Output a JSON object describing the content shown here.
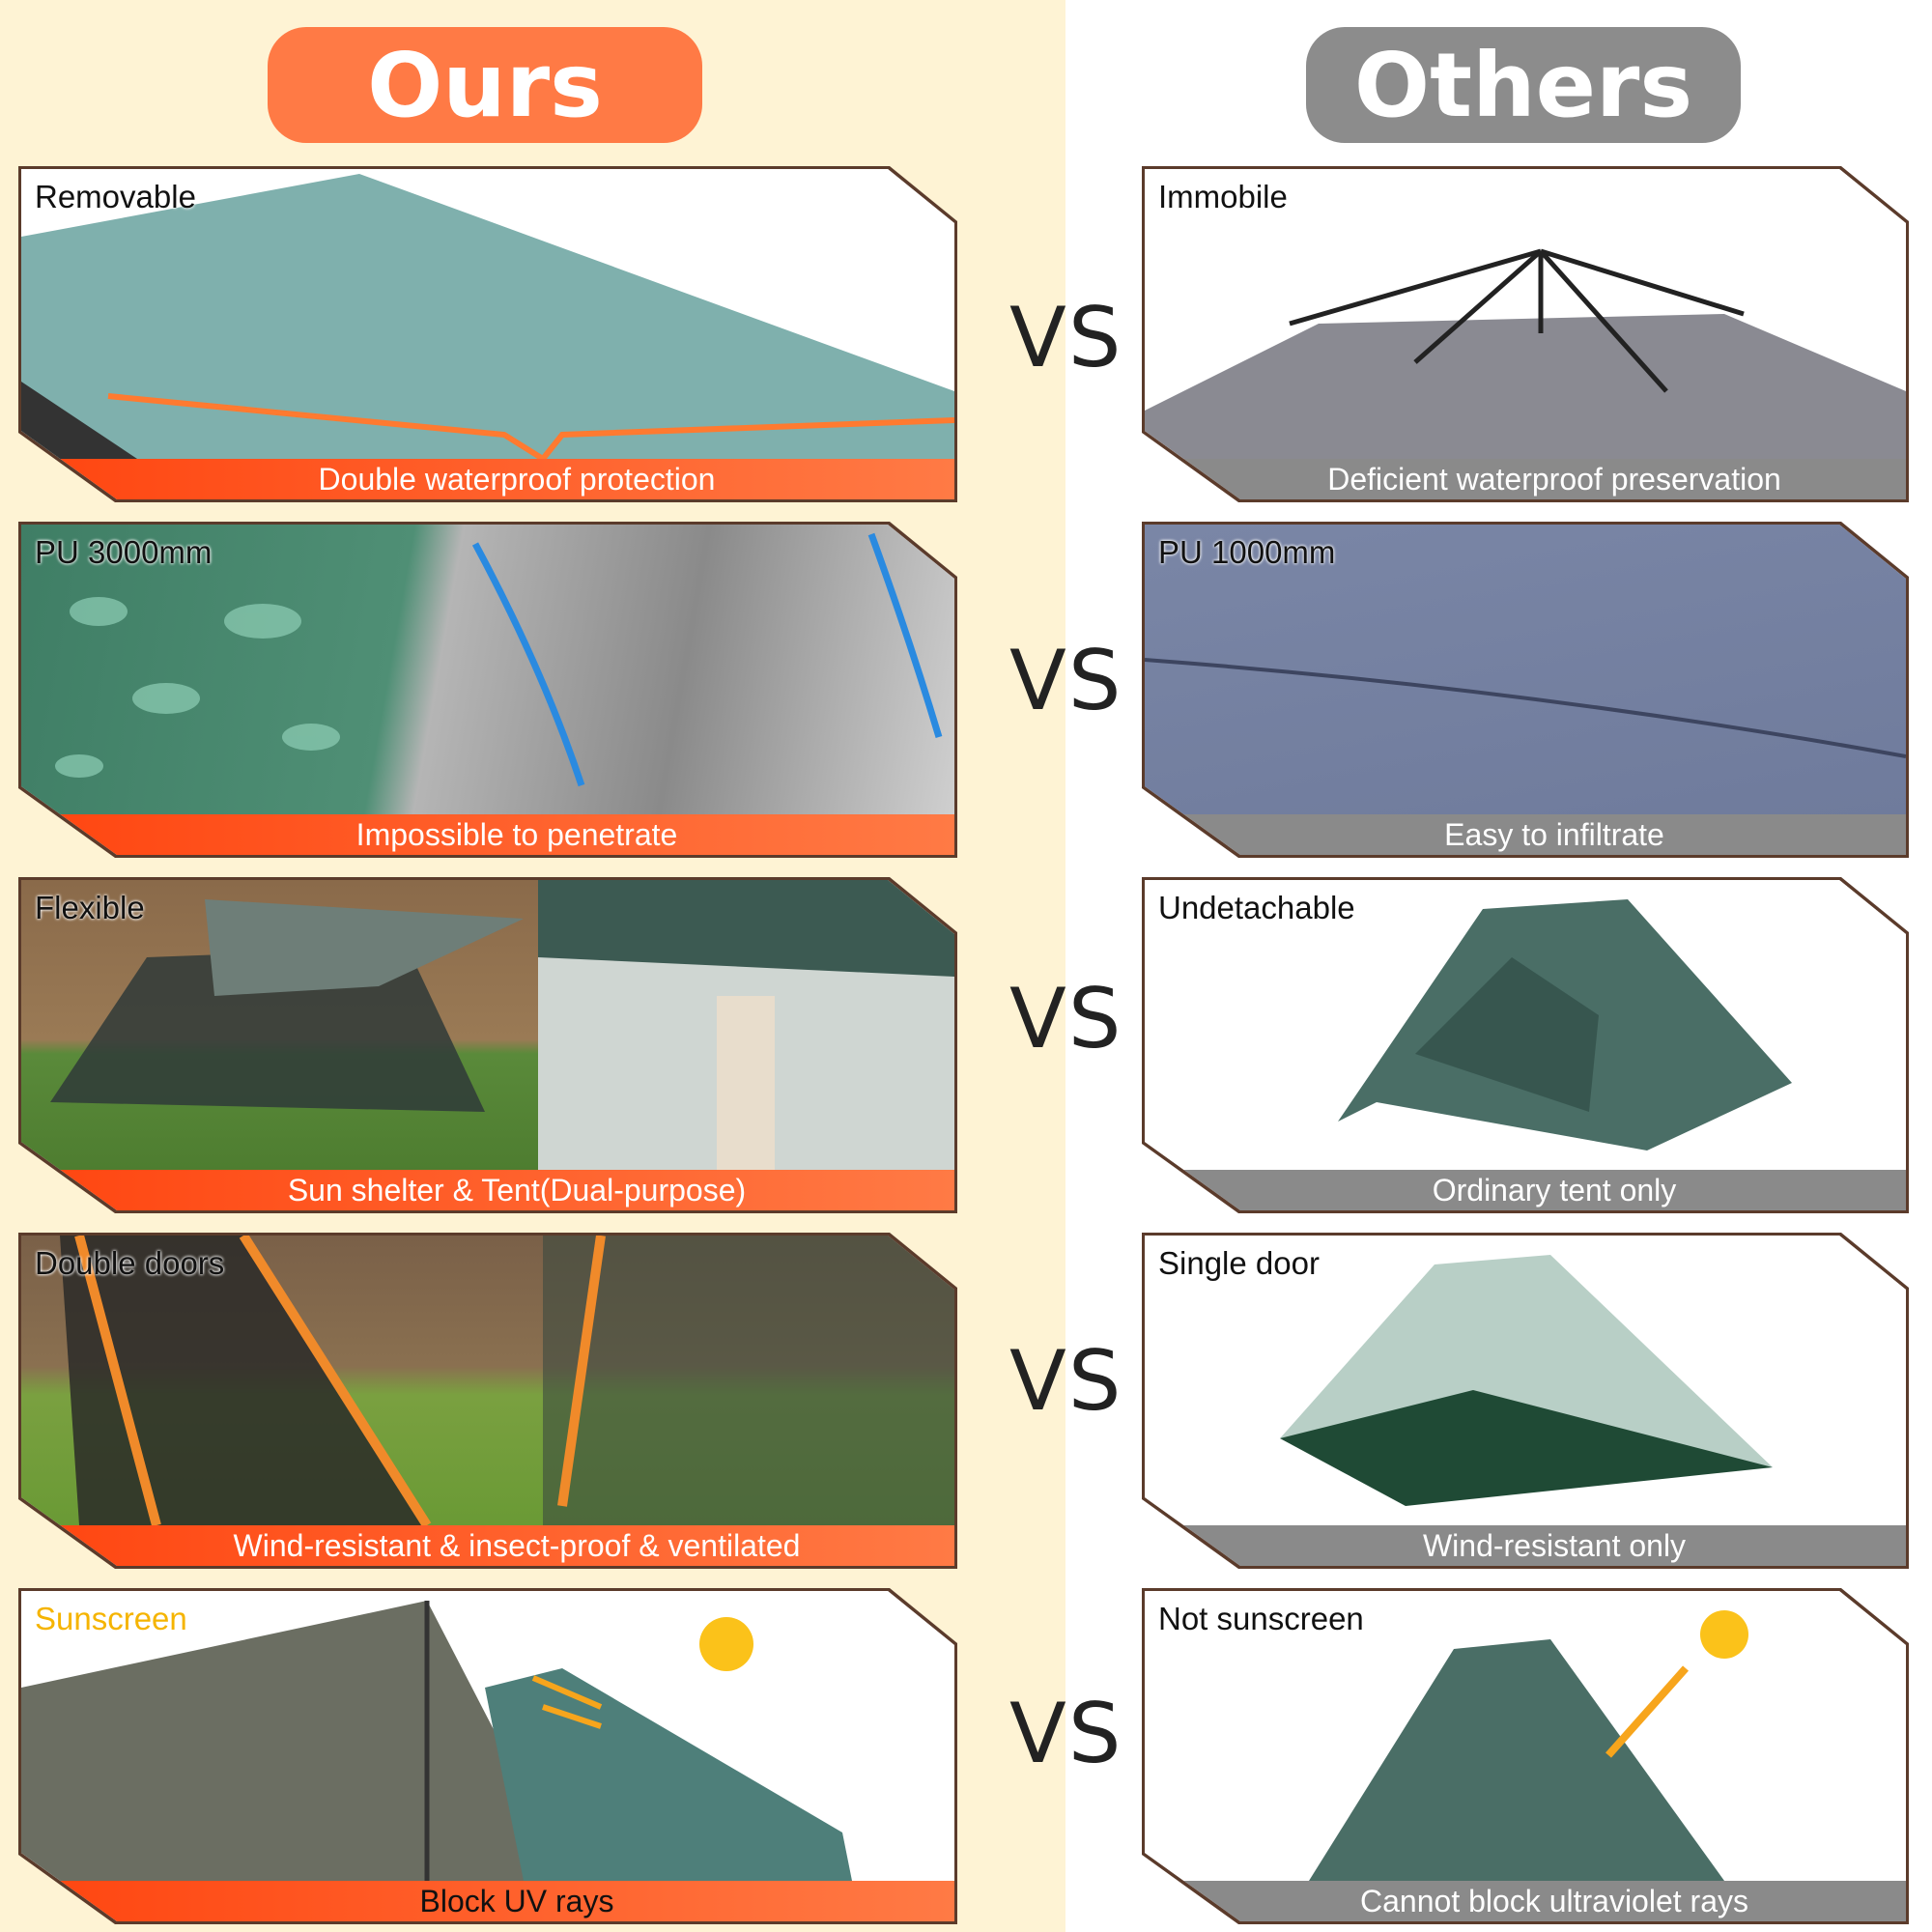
{
  "header": {
    "ours": "Ours",
    "others": "Others"
  },
  "vs_label": "VS",
  "rows": [
    {
      "ours": {
        "label": "Removable",
        "caption": "Double waterproof protection"
      },
      "others": {
        "label": "Immobile",
        "caption": "Deficient waterproof preservation"
      }
    },
    {
      "ours": {
        "label": "PU 3000mm",
        "caption": "Impossible to penetrate"
      },
      "others": {
        "label": "PU 1000mm",
        "caption": "Easy to infiltrate"
      }
    },
    {
      "ours": {
        "label": "Flexible",
        "caption": "Sun shelter  & Tent(Dual-purpose)"
      },
      "others": {
        "label": "Undetachable",
        "caption": "Ordinary tent only"
      }
    },
    {
      "ours": {
        "label": "Double doors",
        "caption": "Wind-resistant & insect-proof & ventilated"
      },
      "others": {
        "label": "Single door",
        "caption": "Wind-resistant only"
      }
    },
    {
      "ours": {
        "label": "Sunscreen",
        "caption": "Block UV rays"
      },
      "others": {
        "label": "Not sunscreen",
        "caption": "Cannot block ultraviolet rays"
      }
    }
  ],
  "colors": {
    "ours_accent": "#ff7a45",
    "others_accent": "#8c8c8c",
    "background": "#fef3d4",
    "sunscreen_label": "#f5b400"
  }
}
